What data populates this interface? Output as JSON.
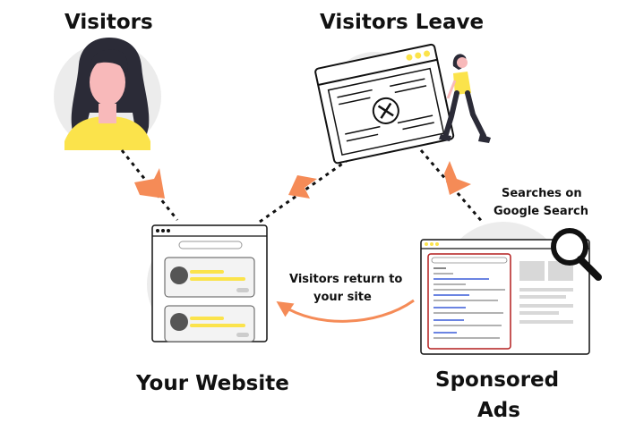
{
  "labels": {
    "visitors": "Visitors",
    "visitors_leave": "Visitors Leave",
    "your_website": "Your Website",
    "sponsored_ads_line1": "Sponsored",
    "sponsored_ads_line2": "Ads",
    "searches_line1": "Searches on",
    "searches_line2": "Google Search",
    "return_line1": "Visitors return to",
    "return_line2": "your site"
  },
  "colors": {
    "arrow_orange": "#f58b57",
    "highlight_yellow": "#fbe34b",
    "skin": "#f8b9ba",
    "hair": "#2b2b37",
    "circle_bg": "#ececec",
    "ad_border": "#b41e1e"
  }
}
